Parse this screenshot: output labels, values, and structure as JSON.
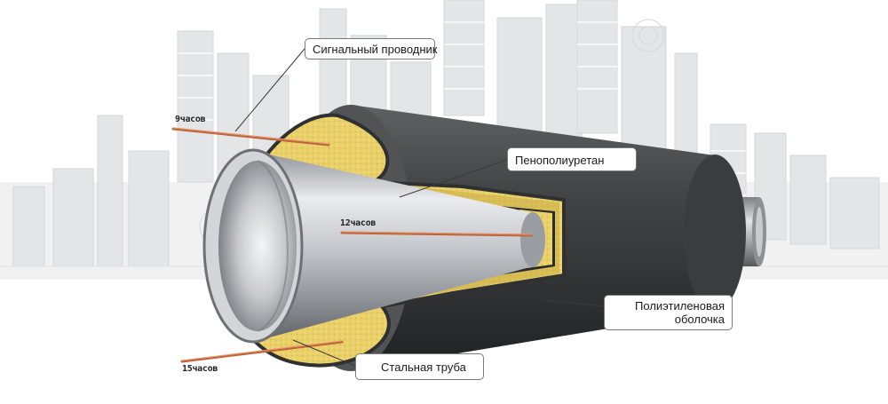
{
  "callouts": {
    "signal_conductor": "Сигнальный проводник",
    "polyurethane_foam": "Пенополиуретан",
    "polyethylene_sheath_line1": "Полиэтиленовая",
    "polyethylene_sheath_line2": "оболочка",
    "steel_pipe": "Стальная труба"
  },
  "wire_labels": {
    "wire_9": "9часов",
    "wire_12": "12часов",
    "wire_15": "15часов"
  },
  "colors": {
    "sheath": "#3a3b3d",
    "foam": "#e8cf63",
    "steel": "#b9bcc0",
    "copper_wire": "#c0643a",
    "city_background": "#e7e8e9"
  }
}
